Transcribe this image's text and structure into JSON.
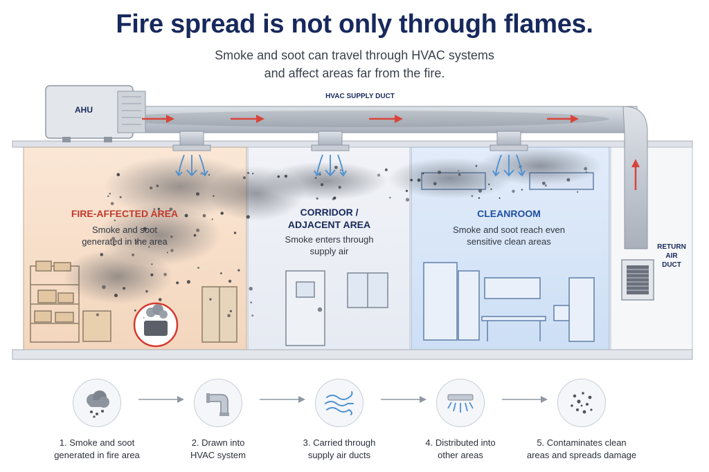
{
  "header": {
    "title": "Fire spread is not only through flames.",
    "subtitle_line1": "Smoke and soot can travel through HVAC systems",
    "subtitle_line2": "and affect areas far from the fire."
  },
  "labels": {
    "ahu": "AHU",
    "supply_duct": "HVAC SUPPLY DUCT",
    "return_duct_line1": "RETURN",
    "return_duct_line2": "AIR",
    "return_duct_line3": "DUCT"
  },
  "zones": {
    "fire": {
      "title": "FIRE-AFFECTED AREA",
      "text_line1": "Smoke and soot",
      "text_line2": "generated in the area"
    },
    "corridor": {
      "title_line1": "CORRIDOR /",
      "title_line2": "ADJACENT AREA",
      "text_line1": "Smoke enters through",
      "text_line2": "supply air"
    },
    "cleanroom": {
      "title": "CLEANROOM",
      "text_line1": "Smoke and soot reach even",
      "text_line2": "sensitive clean areas"
    }
  },
  "steps": [
    {
      "line1": "1. Smoke and soot",
      "line2": "generated in fire area",
      "icon": "smoke-cloud-icon"
    },
    {
      "line1": "2. Drawn into",
      "line2": "HVAC system",
      "icon": "duct-elbow-icon"
    },
    {
      "line1": "3. Carried through",
      "line2": "supply air ducts",
      "icon": "airflow-icon"
    },
    {
      "line1": "4. Distributed into",
      "line2": "other areas",
      "icon": "diffuser-icon"
    },
    {
      "line1": "5. Contaminates clean",
      "line2": "areas and spreads damage",
      "icon": "particles-icon"
    }
  ],
  "colors": {
    "title": "#17295c",
    "fire_accent": "#c0392b",
    "corridor_accent": "#17295c",
    "cleanroom_accent": "#1f4fa3",
    "flow_arrow": "#d9443a",
    "down_arrow": "#4a8fd1"
  }
}
